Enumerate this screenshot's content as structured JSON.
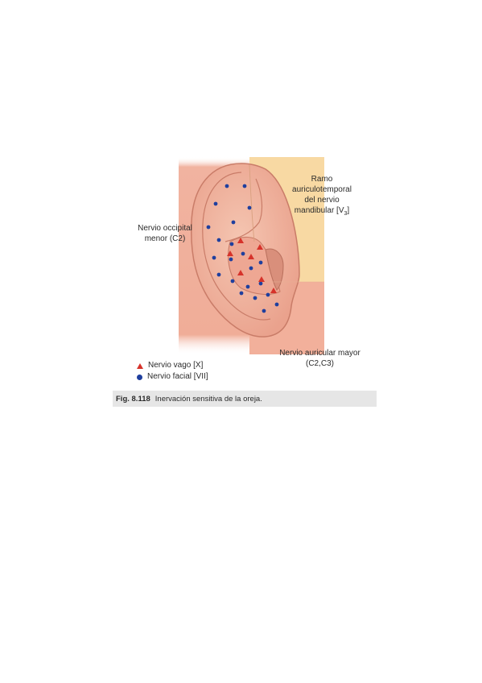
{
  "figure": {
    "labels": {
      "occipital": [
        "Nervio occipital",
        "menor (C2)"
      ],
      "auriculotemporal": [
        "Ramo",
        "auriculotemporal",
        "del nervio",
        "mandibular [V",
        "3",
        "]"
      ],
      "auricular_mayor": [
        "Nervio auricular mayor",
        "(C2,C3)"
      ]
    },
    "legend": {
      "vagus": "Nervio vago [X]",
      "facial": "Nervio facial [VII]"
    },
    "caption": {
      "number": "Fig. 8.118",
      "text": "Inervación sensitiva de la oreja."
    },
    "colors": {
      "vagus_marker": "#d6322a",
      "facial_marker": "#1f3f9e",
      "skin": "#f2b49a",
      "auriculotemporal_zone": "#f8d9a3",
      "caption_bg": "#e6e6e6"
    }
  }
}
